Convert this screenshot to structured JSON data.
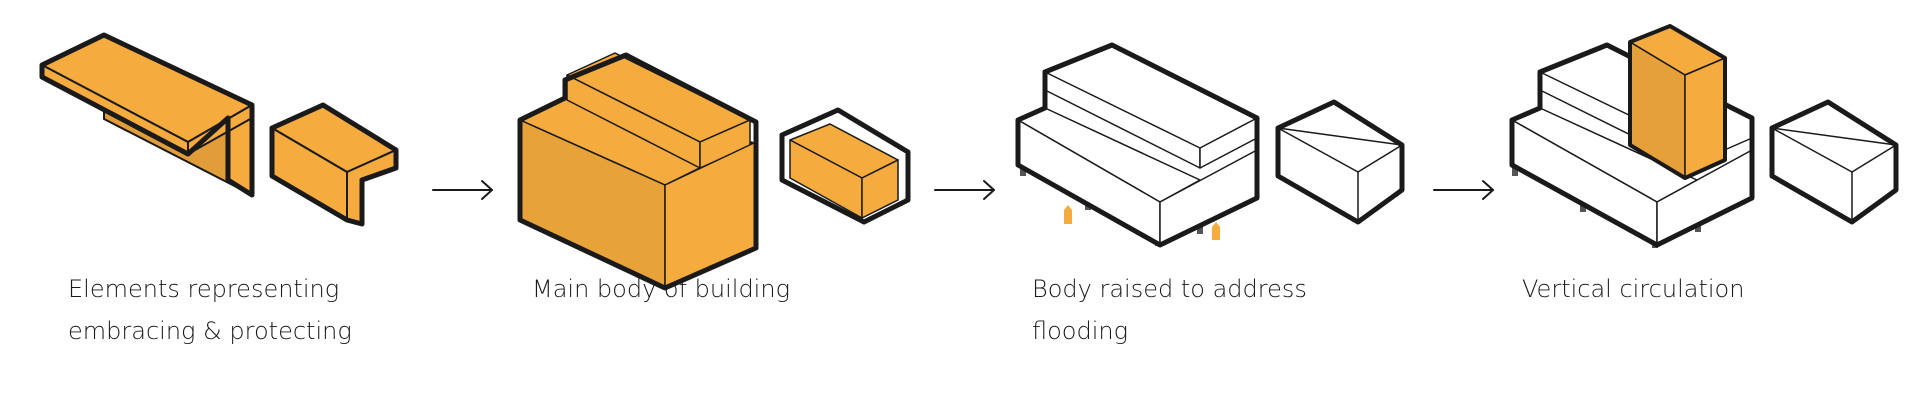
{
  "colors": {
    "accent": "#f5ab3e",
    "outline": "#1a1a1a",
    "fill_white": "#ffffff"
  },
  "steps": [
    {
      "caption": "Elements representing\nembracing & protecting"
    },
    {
      "caption": "Main body of building"
    },
    {
      "caption": "Body raised to address\nflooding"
    },
    {
      "caption": "Vertical circulation"
    }
  ],
  "connectors": [
    {
      "icon": "arrow-right-icon"
    },
    {
      "icon": "arrow-right-icon"
    },
    {
      "icon": "arrow-right-icon"
    }
  ],
  "markers": {
    "icon": "up-arrow-icon"
  }
}
